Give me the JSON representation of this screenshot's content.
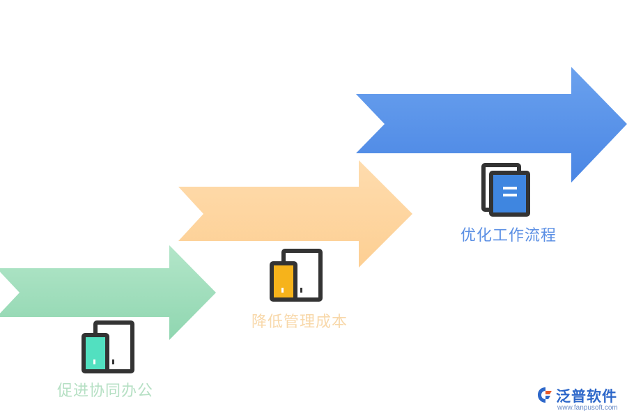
{
  "steps": [
    {
      "label": "促进协同办公",
      "color": "#9fdcbc",
      "icon": "tablet-phone-icon",
      "icon_accent": "#52e0c0"
    },
    {
      "label": "降低管理成本",
      "color": "#fdd39d",
      "icon": "tablet-phone-icon",
      "icon_accent": "#f6b31b"
    },
    {
      "label": "优化工作流程",
      "color": "#4f8be6",
      "icon": "document-stack-icon",
      "icon_accent": "#3f86e0"
    }
  ],
  "brand": {
    "name": "泛普软件",
    "url": "www.fanpusoft.com",
    "color": "#2d67c9"
  }
}
